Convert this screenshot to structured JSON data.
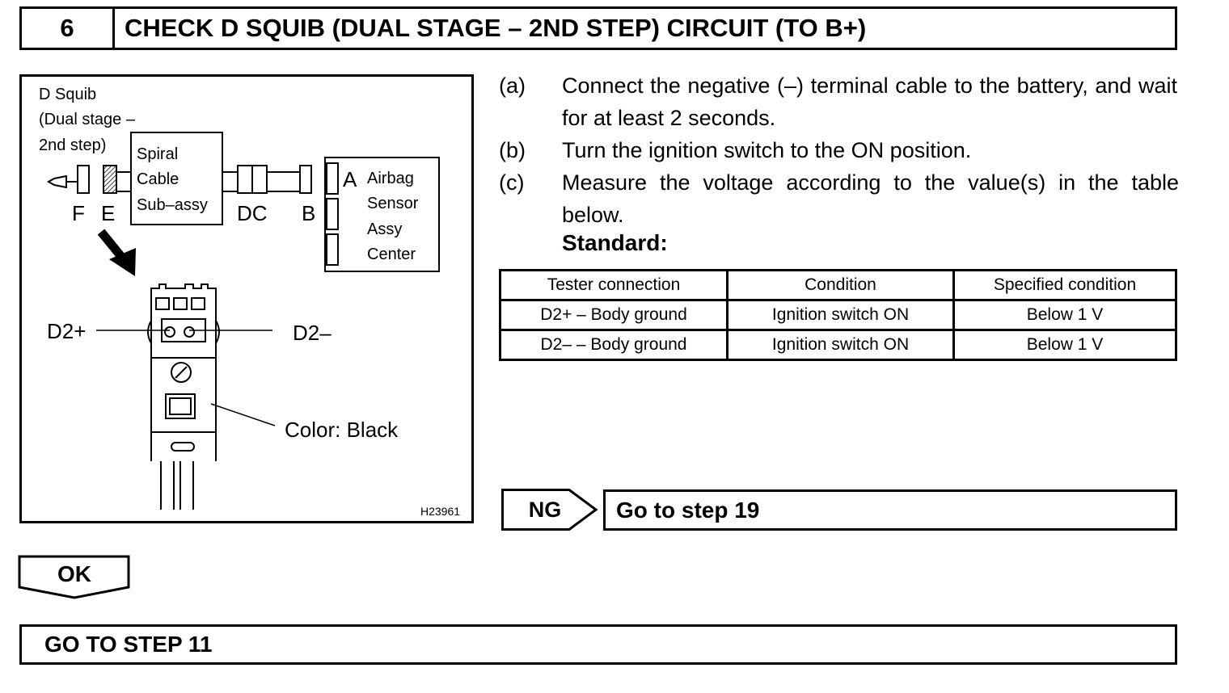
{
  "header": {
    "step_number": "6",
    "title": "CHECK D SQUIB (DUAL STAGE – 2ND STEP) CIRCUIT (TO B+)"
  },
  "diagram": {
    "squib_label": [
      "D Squib",
      "(Dual stage –",
      "2nd step)"
    ],
    "spiral_label": [
      "Spiral",
      "Cable",
      "Sub–assy"
    ],
    "airbag_label": [
      "Airbag",
      "Sensor",
      "Assy",
      "Center"
    ],
    "connector_letters": {
      "f": "F",
      "e": "E",
      "dc": "DC",
      "b": "B",
      "a": "A"
    },
    "pin_left": "D2+",
    "pin_right": "D2–",
    "color_label": "Color: Black",
    "figure_id": "H23961"
  },
  "steps": [
    {
      "label": "(a)",
      "text": "Connect the negative (–) terminal cable to the battery, and wait for at least 2 seconds."
    },
    {
      "label": "(b)",
      "text": "Turn the ignition switch to the ON position."
    },
    {
      "label": "(c)",
      "text": "Measure the voltage according to the value(s) in the table below."
    }
  ],
  "standard_label": "Standard:",
  "table": {
    "headers": [
      "Tester connection",
      "Condition",
      "Specified condition"
    ],
    "rows": [
      [
        "D2+ – Body ground",
        "Ignition switch ON",
        "Below 1 V"
      ],
      [
        "D2– – Body ground",
        "Ignition switch ON",
        "Below 1 V"
      ]
    ]
  },
  "ng": {
    "label": "NG",
    "result": "Go to step 19"
  },
  "ok": {
    "label": "OK",
    "result": "GO TO STEP 11"
  }
}
